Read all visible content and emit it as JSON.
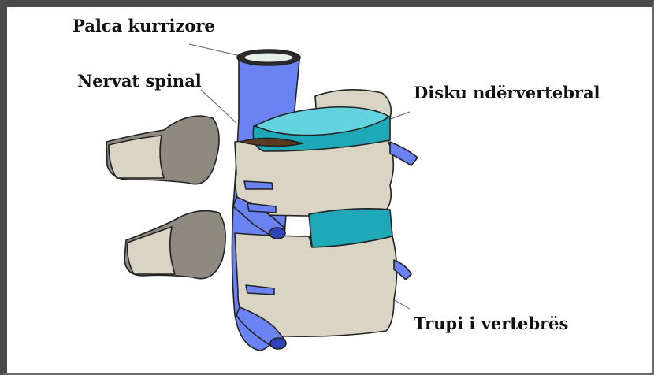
{
  "labels": {
    "spinal_cord": "Palca kurrizore",
    "spinal_nerves": "Nervat spinal",
    "intervertebral_disc": "Disku ndërvertebral",
    "vertebral_body": "Trupi i vertebrës"
  },
  "colors": {
    "bone_fill": "#d9d4c3",
    "bone_dark": "#8f8a80",
    "nerve": "#6b82f2",
    "disc": "#1fa8b8",
    "disc_light": "#62d3df",
    "outline": "#222222"
  }
}
